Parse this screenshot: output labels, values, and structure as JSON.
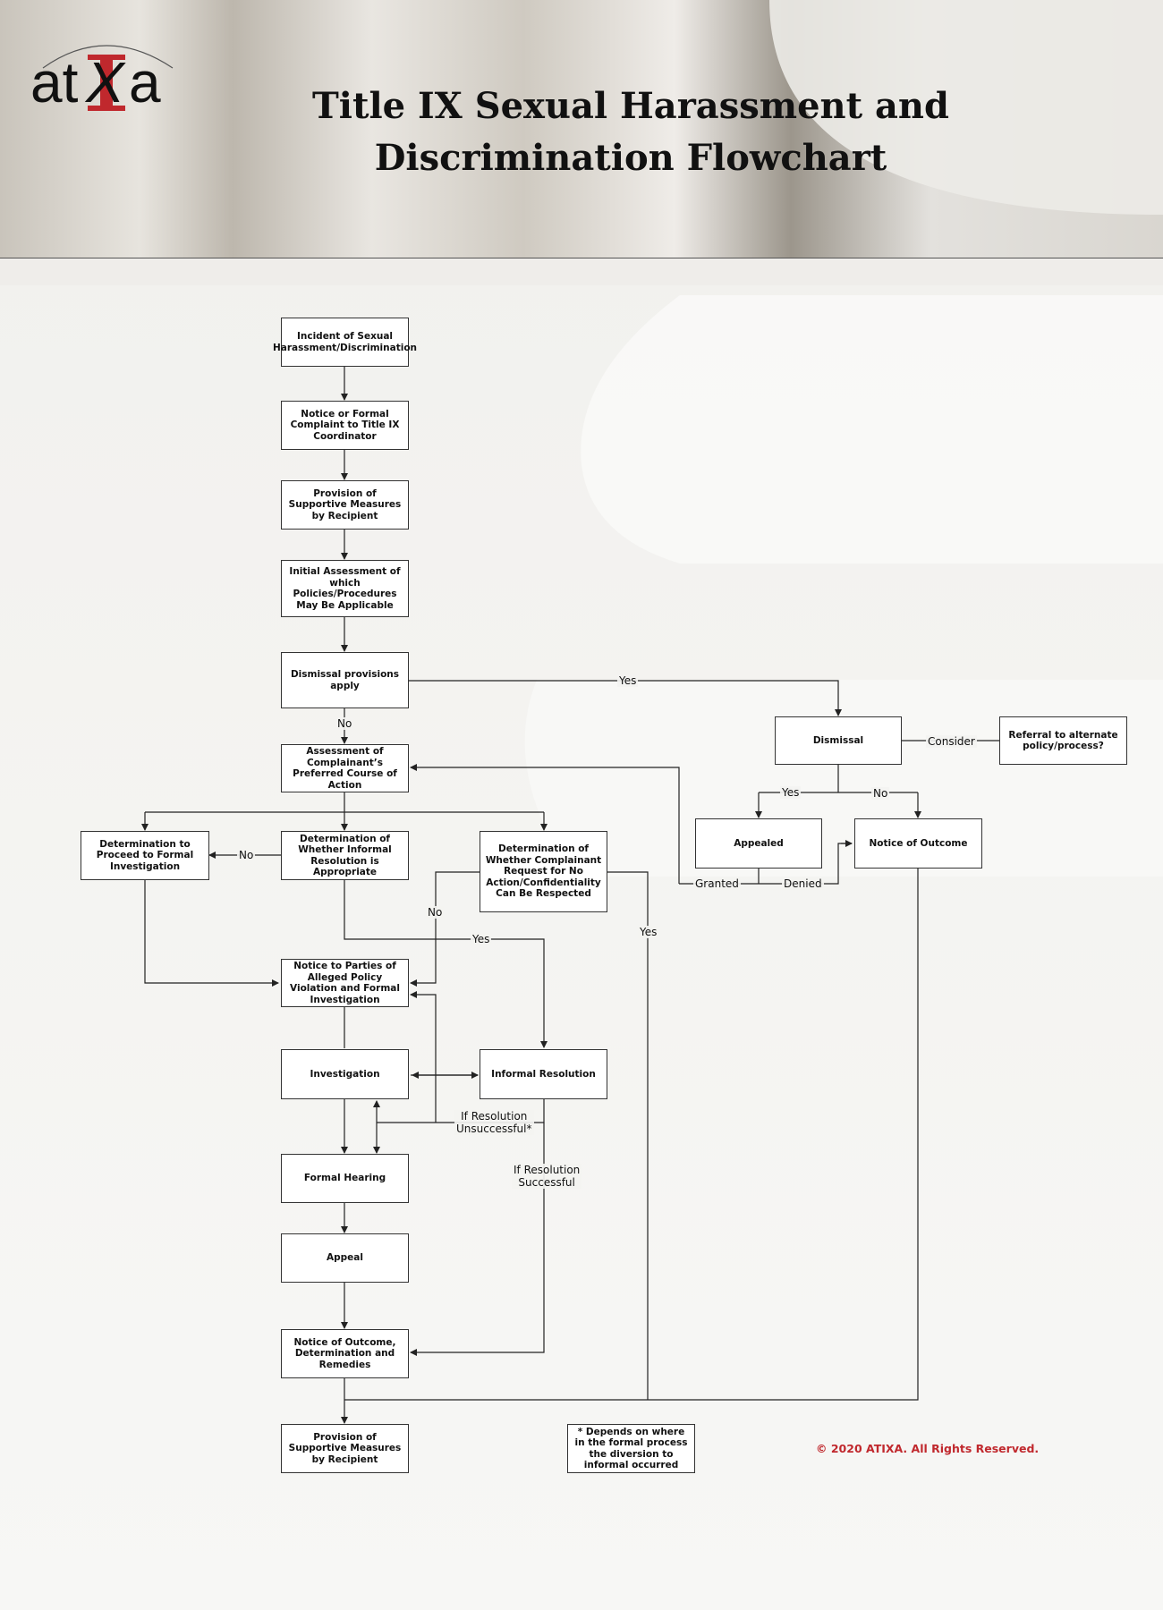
{
  "header": {
    "title": "Title IX Sexual Harassment and Discrimination Flowchart",
    "logo_text": "atixa"
  },
  "colors": {
    "accent": "#c0282d",
    "line": "#222222",
    "box_border": "#333333"
  },
  "nodes": {
    "incident": "Incident of Sexual Harassment/Discrimination",
    "notice": "Notice or Formal Complaint to Title IX Coordinator",
    "supportive1": "Provision of Supportive Measures by Recipient",
    "initial": "Initial Assessment of which Policies/Procedures May Be Applicable",
    "dismissal_prov": "Dismissal provisions apply",
    "assessment": "Assessment of Complainant’s Preferred Course of Action",
    "formal_inv": "Determination to Proceed to Formal Investigation",
    "informal_det": "Determination of Whether Informal Resolution is Appropriate",
    "confidentiality": "Determination of Whether Complainant Request for No Action/Confidentiality Can Be Respected",
    "notice_parties": "Notice to Parties of Alleged Policy Violation and Formal Investigation",
    "investigation": "Investigation",
    "informal_res": "Informal Resolution",
    "hearing": "Formal Hearing",
    "appeal": "Appeal",
    "notice_outcome_det": "Notice of Outcome, Determination and Remedies",
    "supportive2": "Provision of Supportive Measures by Recipient",
    "footnote": "* Depends on where in the formal process the diversion to informal occurred",
    "dismissal": "Dismissal",
    "referral": "Referral to alternate policy/process?",
    "appealed": "Appealed",
    "notice_outcome": "Notice of Outcome"
  },
  "labels": {
    "yes_dismiss": "Yes",
    "no_dismiss": "No",
    "consider": "Consider",
    "yes_appeal": "Yes",
    "no_appeal": "No",
    "granted": "Granted",
    "denied": "Denied",
    "no_informal": "No",
    "no_conf": "No",
    "yes_informal": "Yes",
    "yes_conf": "Yes",
    "unsuccessful": "If Resolution\nUnsuccessful*",
    "successful": "If Resolution\nSuccessful"
  },
  "footer": {
    "copyright": "© 2020 ATIXA. All Rights Reserved."
  }
}
